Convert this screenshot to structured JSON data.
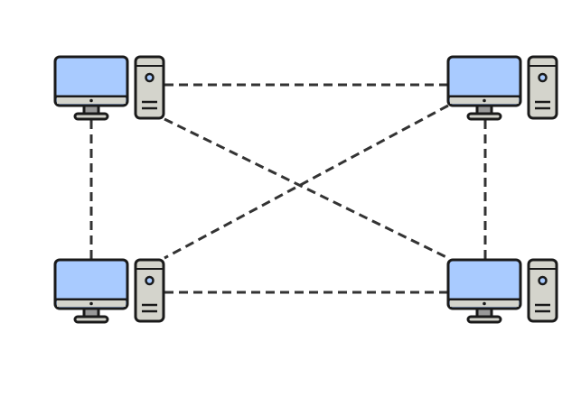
{
  "diagram": {
    "type": "mesh-network",
    "colors": {
      "screen": "#a9cbff",
      "body": "#d4d4cc",
      "stroke": "#1a1a1a",
      "link": "#333333",
      "background": "#ffffff"
    },
    "nodes": [
      {
        "id": "node-top-left",
        "icon": "desktop-computer-icon"
      },
      {
        "id": "node-top-right",
        "icon": "desktop-computer-icon"
      },
      {
        "id": "node-bottom-left",
        "icon": "desktop-computer-icon"
      },
      {
        "id": "node-bottom-right",
        "icon": "desktop-computer-icon"
      }
    ],
    "links": [
      {
        "from": "node-top-left",
        "to": "node-top-right",
        "style": "dashed"
      },
      {
        "from": "node-top-left",
        "to": "node-bottom-left",
        "style": "dashed"
      },
      {
        "from": "node-top-left",
        "to": "node-bottom-right",
        "style": "dashed"
      },
      {
        "from": "node-top-right",
        "to": "node-bottom-right",
        "style": "dashed"
      },
      {
        "from": "node-top-right",
        "to": "node-bottom-left",
        "style": "dashed"
      },
      {
        "from": "node-bottom-left",
        "to": "node-bottom-right",
        "style": "dashed"
      }
    ]
  }
}
